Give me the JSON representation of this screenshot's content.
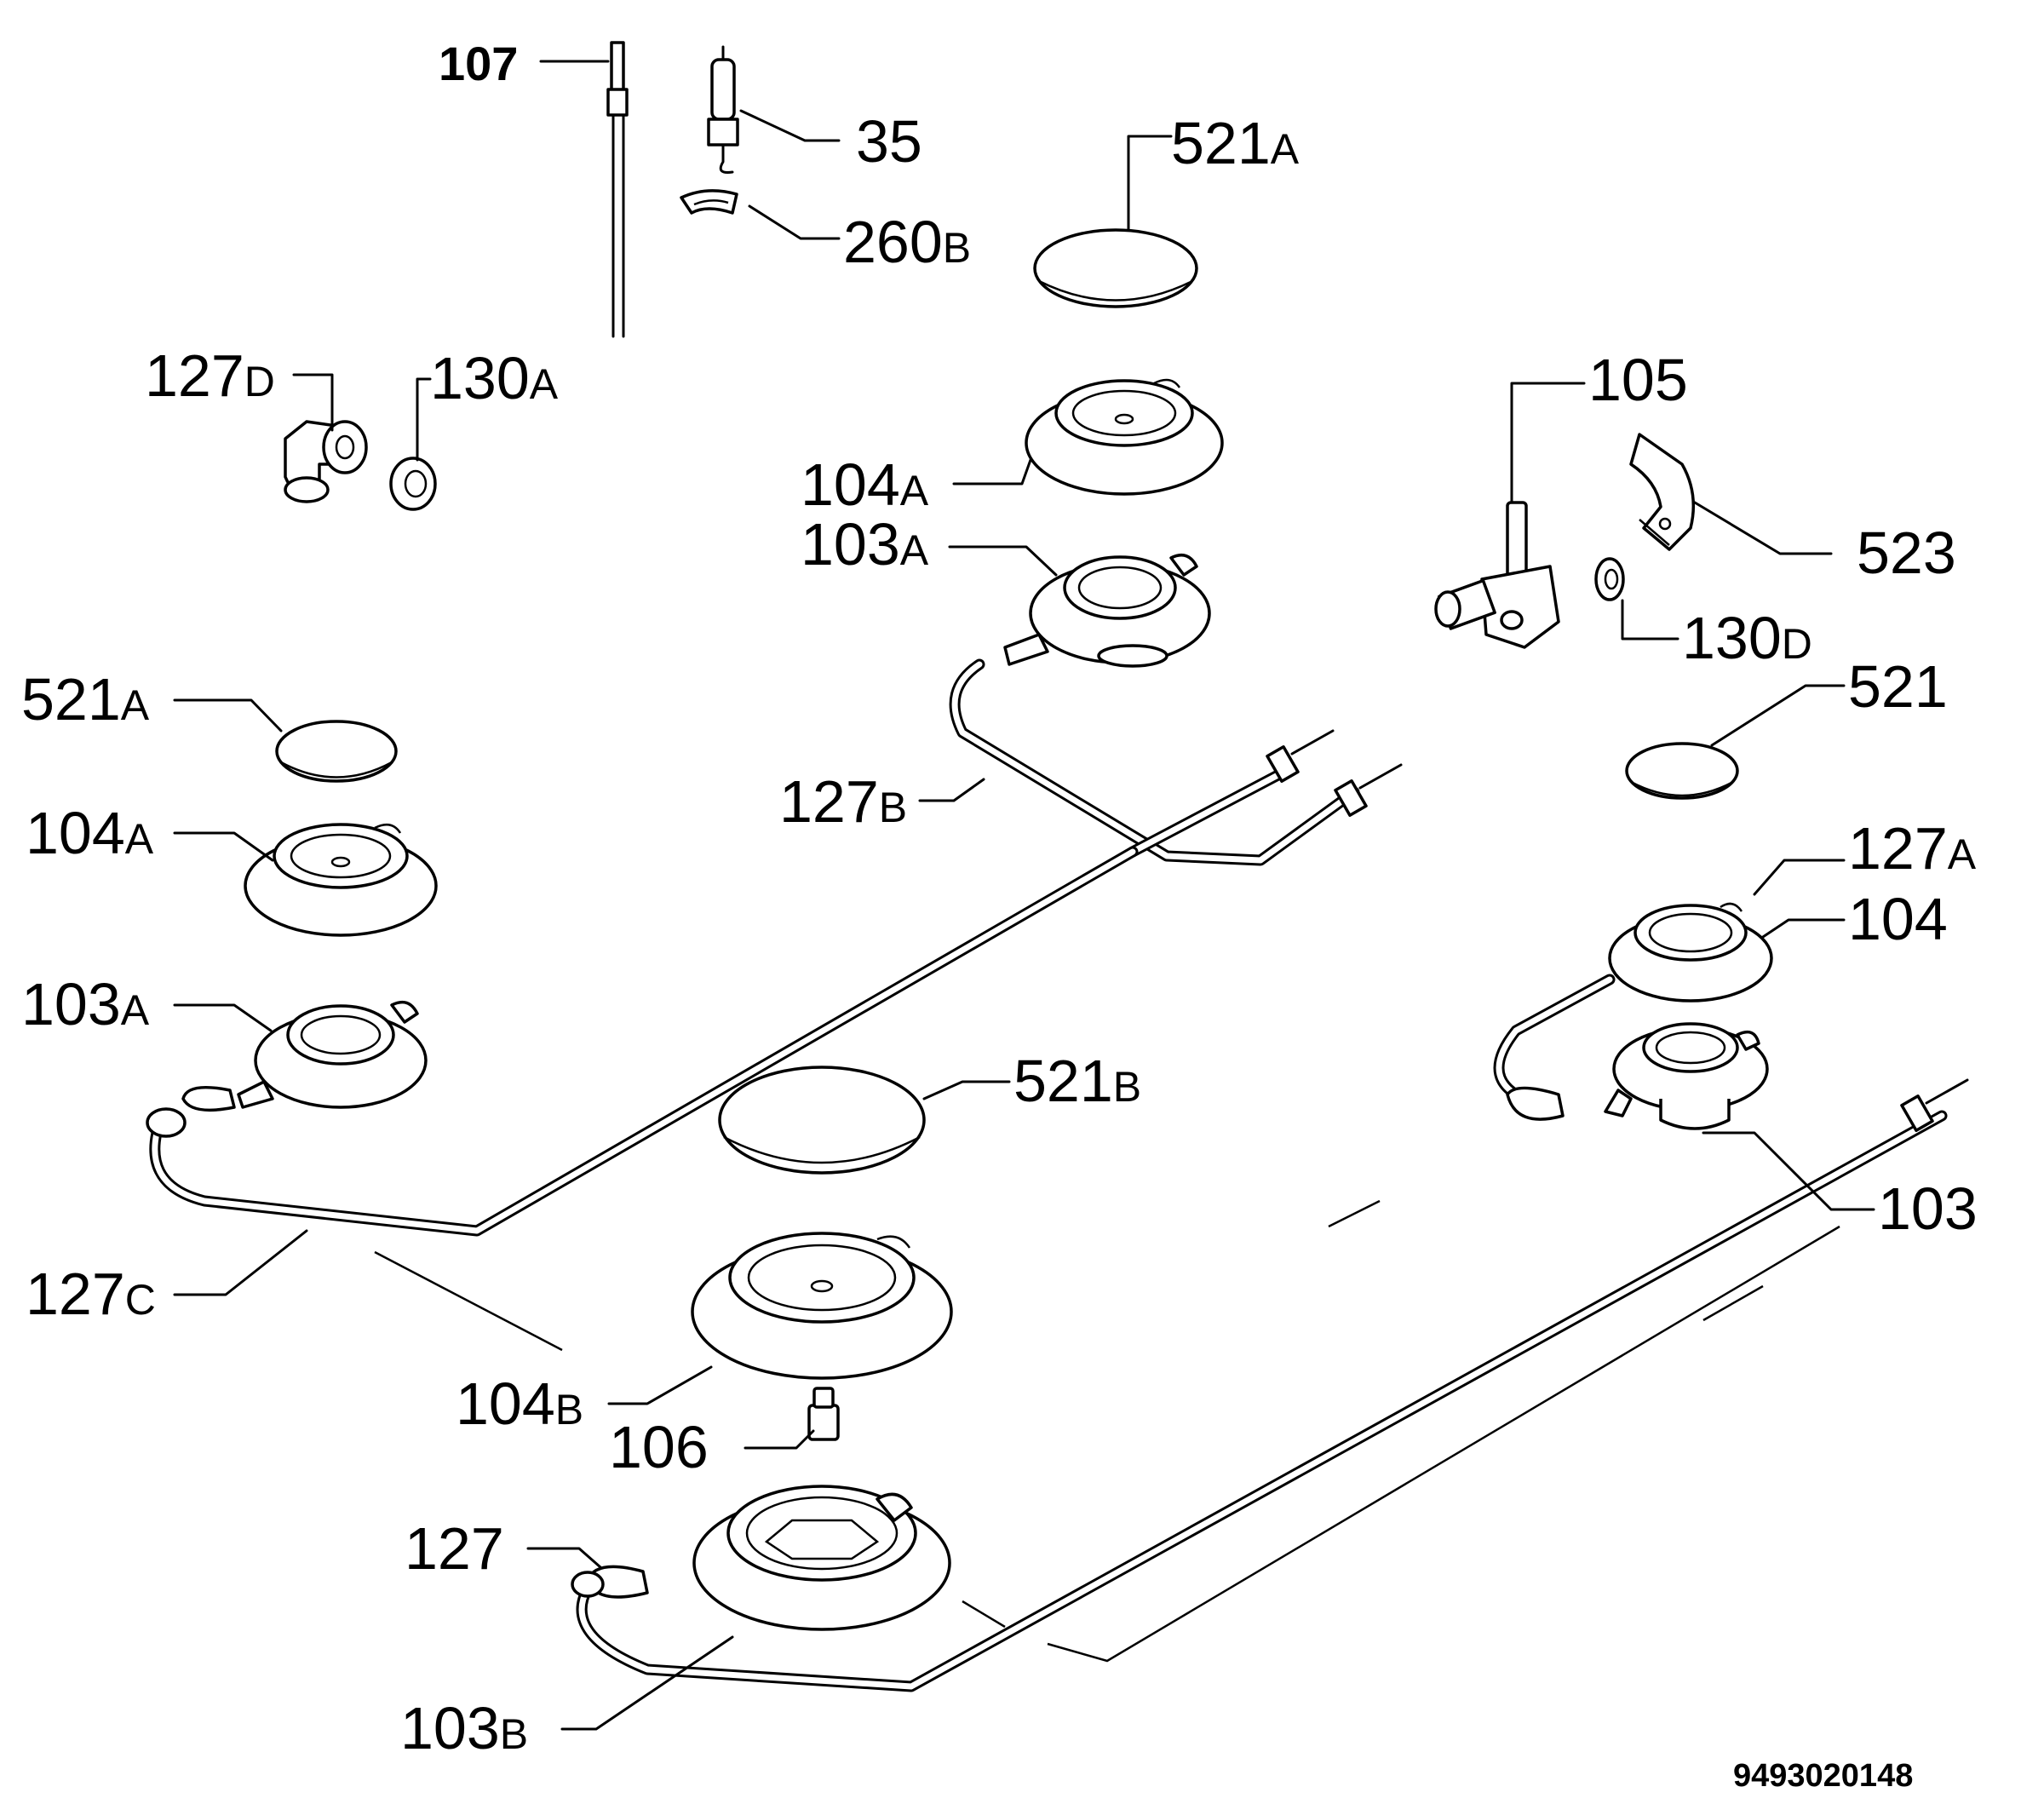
{
  "diagram": {
    "labels": {
      "l107": "107",
      "l35": "35",
      "l260b": "260",
      "l260b_sub": "B",
      "l521a_top": "521",
      "l521a_top_sub": "A",
      "l127d": "127",
      "l127d_sub": "D",
      "l130a": "130",
      "l130a_sub": "A",
      "l104a_top": "104",
      "l104a_top_sub": "A",
      "l103a_top": "103",
      "l103a_top_sub": "A",
      "l105": "105",
      "l523": "523",
      "l130d": "130",
      "l130d_sub": "D",
      "l521a_left": "521",
      "l521a_left_sub": "A",
      "l104a_left": "104",
      "l104a_left_sub": "A",
      "l127b": "127",
      "l127b_sub": "B",
      "l521": "521",
      "l127a": "127",
      "l127a_sub": "A",
      "l104": "104",
      "l103a_left": "103",
      "l103a_left_sub": "A",
      "l521b": "521",
      "l521b_sub": "B",
      "l103": "103",
      "l127c": "127",
      "l127c_sub": "C",
      "l104b": "104",
      "l104b_sub": "B",
      "l106": "106",
      "l127": "127",
      "l103b": "103",
      "l103b_sub": "B"
    },
    "document_number": "9493020148"
  }
}
